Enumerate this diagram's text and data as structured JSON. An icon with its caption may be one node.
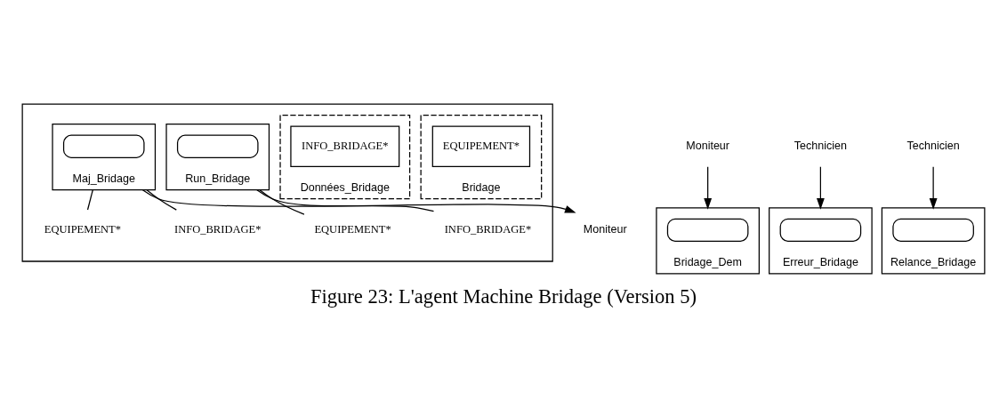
{
  "diagram": {
    "caption": "Figure 23: L'agent Machine Bridage (Version 5)",
    "nodes": [
      {
        "text": [],
        "shape": "parallelogram"
      },
      {
        "text": [
          "Bridage"
        ],
        "in": 0
      },
      {
        "text": [
          "EQUIPEMENT*"
        ],
        "in": 1
      },
      {
        "text": [
          "Données_Bridage"
        ],
        "in": 0
      },
      {
        "text": [
          "INFO_BRIDAGE*"
        ],
        "in": 3
      },
      {
        "text": [
          "Run_Bridage"
        ],
        "in": 0
      },
      {
        "text": [],
        "shape": "oval",
        "in": 5
      },
      {
        "text": [
          "Maj_Bridage"
        ],
        "in": 0
      },
      {
        "text": [],
        "shape": "oval",
        "in": 7
      },
      {
        "text": [
          "Moniteur"
        ]
      },
      {
        "text": [
          "EQUIPEMENT*"
        ],
        "in": 0
      },
      {
        "text": [
          "INFO_BRIDAGE*"
        ],
        "in": 0
      },
      {
        "text": [
          "EQUIPEMENT*"
        ],
        "in": 0
      },
      {
        "text": [
          "INFO_BRIDAGE*"
        ],
        "in": 0
      },
      {
        "text": [
          "Bridage_Dem"
        ]
      },
      {
        "text": [],
        "shape": "oval",
        "in": 14
      },
      {
        "text": [
          "Moniteur"
        ]
      },
      {
        "text": [
          "Erreur_Bridage"
        ]
      },
      {
        "text": [],
        "shape": "oval",
        "in": 17
      },
      {
        "text": [
          "Technicien"
        ]
      },
      {
        "text": [
          "Relance_Bridage"
        ]
      },
      {
        "text": [],
        "shape": "oval",
        "in": 20
      },
      {
        "text": [
          "Technicien"
        ]
      }
    ],
    "edges": [
      {
        "from": 5,
        "to": 10,
        "arrow": "none"
      },
      {
        "from": 5,
        "to": 11,
        "arrow": "none"
      },
      {
        "from": 7,
        "to": 12,
        "arrow": "none"
      },
      {
        "from": 7,
        "to": 13,
        "arrow": "none"
      },
      {
        "from": 7,
        "to": 9,
        "arrow": "to"
      },
      {
        "from": 16,
        "to": 14,
        "arrow": "to"
      },
      {
        "from": 19,
        "to": 17,
        "arrow": "to"
      },
      {
        "from": 22,
        "to": 20,
        "arrow": "to"
      }
    ]
  }
}
